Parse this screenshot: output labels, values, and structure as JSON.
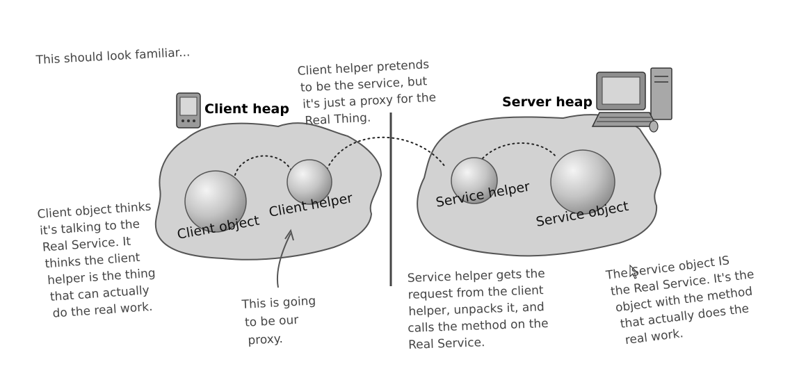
{
  "heaps": {
    "client_title": "Client heap",
    "server_title": "Server heap"
  },
  "objects": {
    "client_object": "Client object",
    "client_helper": "Client helper",
    "service_helper": "Service helper",
    "service_object": "Service object"
  },
  "notes": {
    "familiar": [
      "This should look familiar..."
    ],
    "client_helper_pretends": [
      "Client helper pretends",
      "to be the service, but",
      "it's just a proxy for the",
      "Real Thing."
    ],
    "client_object_thinks": [
      "Client object thinks",
      "it's talking to the",
      "Real Service. It",
      "thinks the client",
      "helper is the thing",
      "that can actually",
      "do the real work."
    ],
    "proxy": [
      "This is going",
      "to be our",
      "proxy."
    ],
    "service_helper_gets": [
      "Service helper gets the",
      "request from the client",
      "helper, unpacks it, and",
      "calls the method on the",
      "Real Service."
    ],
    "service_object_is": [
      "The Service object IS",
      "the Real Service. It's the",
      "object with the method",
      "that actually does the",
      "real work."
    ]
  },
  "icons": {
    "client_device": "pda-icon",
    "server_device": "desktop-computer-icon"
  },
  "colors": {
    "heap_fill": "#d2d2d2",
    "heap_stroke": "#555555",
    "note_text": "#444444",
    "divider": "#444444"
  }
}
